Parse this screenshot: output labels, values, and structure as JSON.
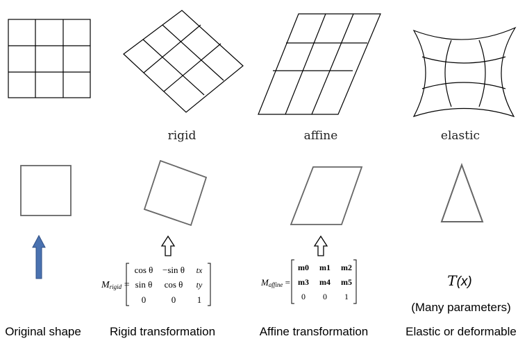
{
  "labels": {
    "rigid": "rigid",
    "affine": "affine",
    "elastic": "elastic"
  },
  "captions": {
    "original": "Original shape",
    "rigid": "Rigid transformation",
    "affine": "Affine transformation",
    "elastic": "Elastic or deformable"
  },
  "elastic_formula": {
    "func": "T",
    "arg": "(x)",
    "params_note": "(Many parameters)"
  },
  "rigid_matrix": {
    "lhs": "M",
    "lhs_sub": "rigid",
    "rows": [
      [
        "cos θ",
        "−sin θ",
        "tx"
      ],
      [
        "sin θ",
        "cos θ",
        "ty"
      ],
      [
        "0",
        "0",
        "1"
      ]
    ]
  },
  "affine_matrix": {
    "lhs": "M",
    "lhs_sub": "affine",
    "rows": [
      [
        "m0",
        "m1",
        "m2"
      ],
      [
        "m3",
        "m4",
        "m5"
      ],
      [
        "0",
        "0",
        "1"
      ]
    ]
  },
  "colors": {
    "stroke": "#000000",
    "shape_stroke": "#666666",
    "arrow_fill": "#4a72b0",
    "arrow_stroke": "#2f4f85"
  }
}
